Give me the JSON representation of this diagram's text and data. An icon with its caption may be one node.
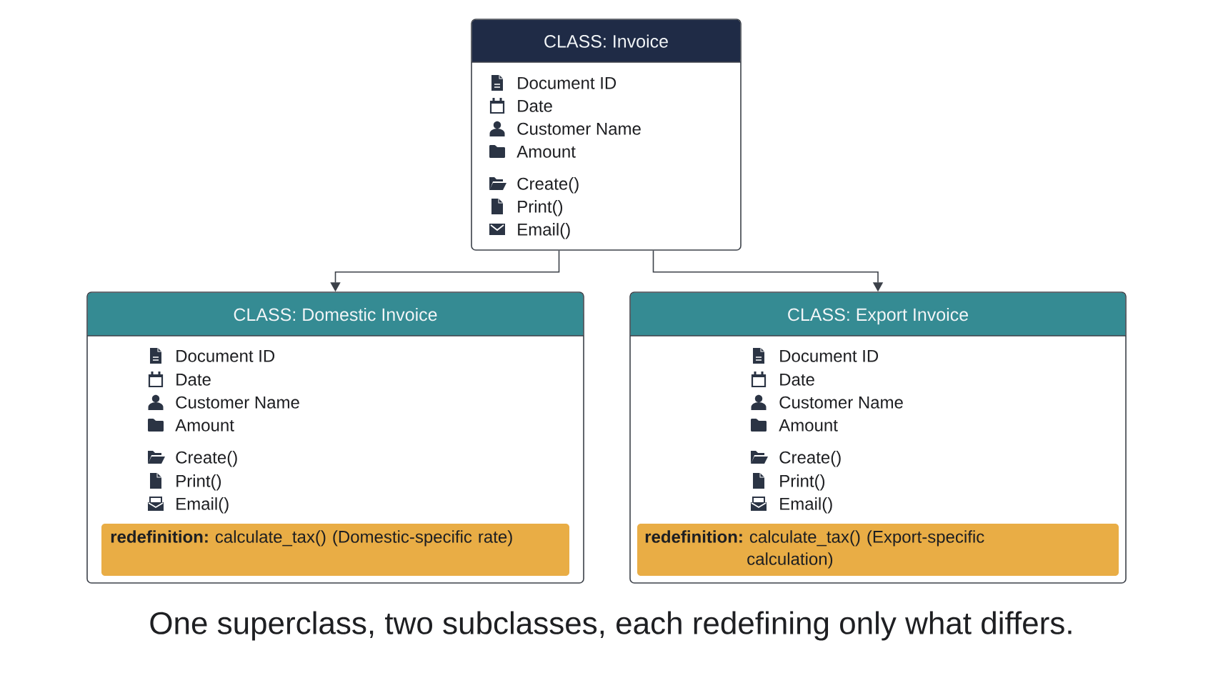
{
  "diagram": {
    "caption": "One superclass, two subclasses, each redefining only what differs.",
    "nodes": [
      {
        "text": [
          "CLASS: Invoice",
          "Document ID",
          "Date",
          "Customer Name",
          "Amount",
          "Create()",
          "Print()",
          "Email()"
        ]
      },
      {
        "text": [
          "CLASS: Domestic Invoice",
          "Document ID",
          "Date",
          "Customer Name",
          "Amount",
          "Create()",
          "Print()",
          "Email()"
        ]
      },
      {
        "text": [
          "CLASS: Export Invoice",
          "Document ID",
          "Date",
          "Customer Name",
          "Amount",
          "Create()",
          "Print()",
          "Email()"
        ]
      },
      {
        "text": [
          "**redefinition:** calculate_tax() (Domestic-specific rate)"
        ],
        "in": 1
      },
      {
        "text": [
          "**redefinition:** calculate_tax() (Export-specific calculation)"
        ],
        "in": 2
      }
    ],
    "edges": [
      {
        "from": 0,
        "to": 1,
        "arrow": "to"
      },
      {
        "from": 0,
        "to": 2,
        "arrow": "to"
      }
    ]
  }
}
